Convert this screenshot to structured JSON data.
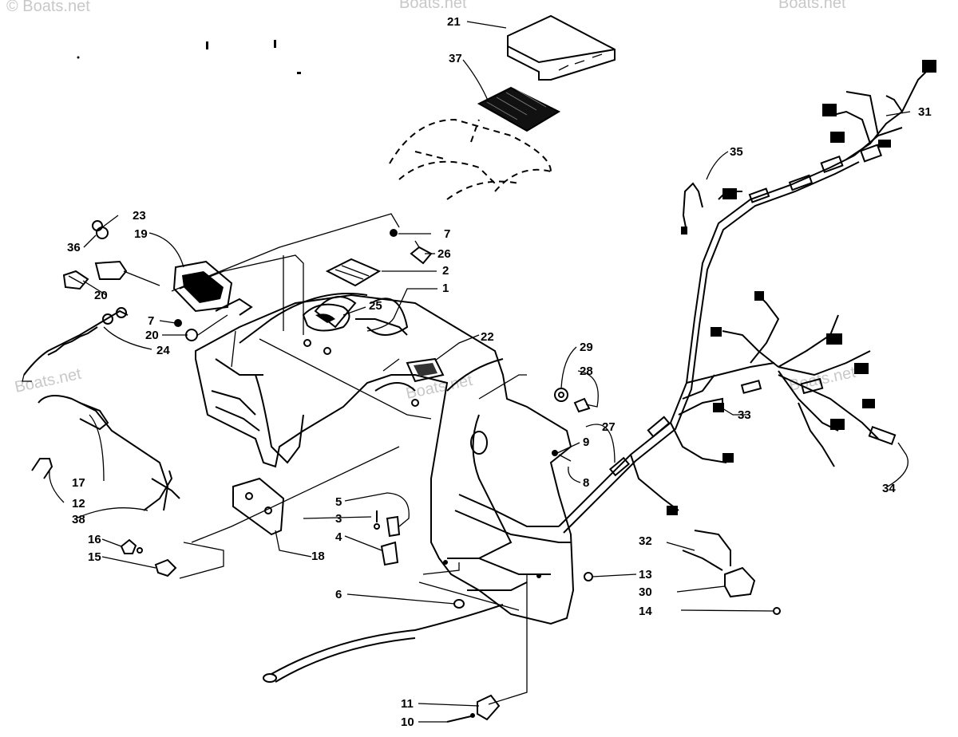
{
  "watermark": {
    "copyright": "© Boats.net",
    "text": "Boats.net"
  },
  "callouts": [
    "1",
    "2",
    "3",
    "4",
    "5",
    "6",
    "7",
    "8",
    "9",
    "10",
    "11",
    "12",
    "13",
    "14",
    "15",
    "16",
    "17",
    "18",
    "19",
    "20",
    "21",
    "22",
    "23",
    "24",
    "25",
    "26",
    "27",
    "28",
    "29",
    "30",
    "31",
    "32",
    "33",
    "34",
    "35",
    "36",
    "37",
    "38"
  ],
  "colors": {
    "ink": "#000000",
    "watermark": "#c8c8c8",
    "paper": "#ffffff"
  }
}
